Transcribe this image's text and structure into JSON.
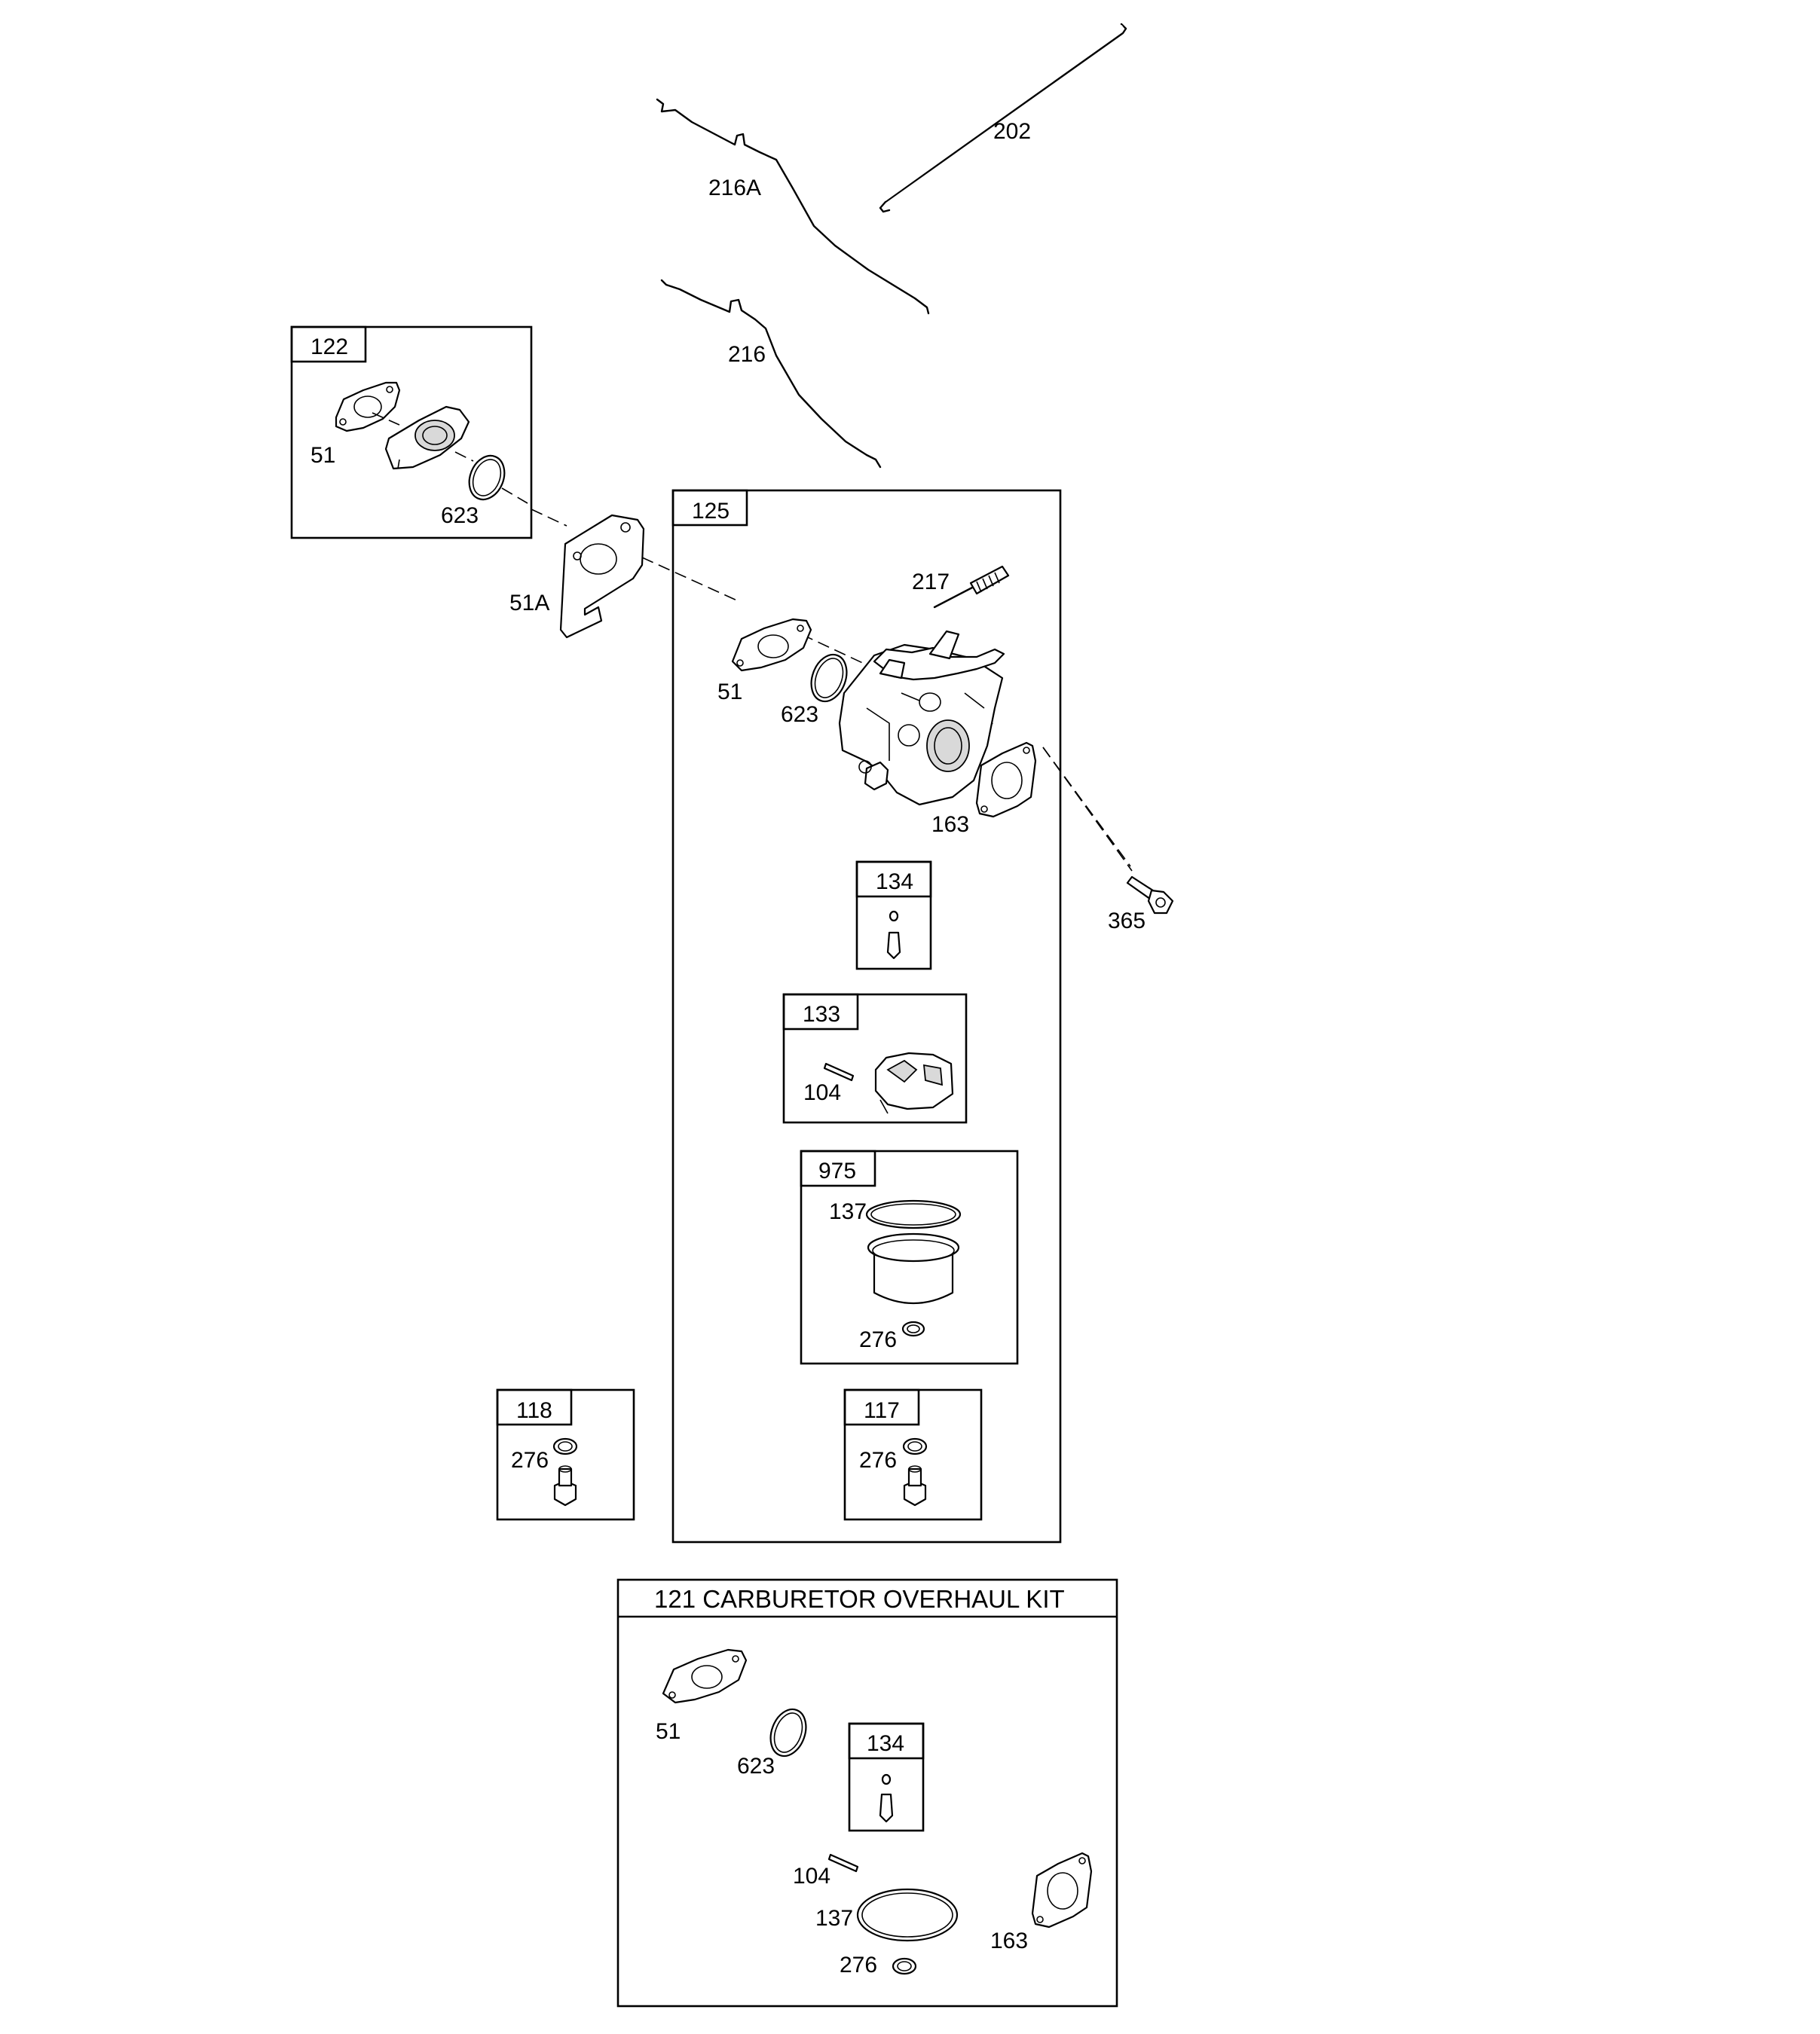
{
  "diagram": {
    "rods": {
      "governor_link": "202",
      "throttle_link_alt": "216A",
      "throttle_link": "216"
    },
    "kit_122": {
      "number": "122",
      "parts": {
        "gasket": "51",
        "seal_ring": "623"
      }
    },
    "spacer_gasket": "51A",
    "carburetor_125": {
      "number": "125",
      "parts": {
        "spring": "217",
        "gasket": "51",
        "o_ring": "623",
        "gasket_rear": "163"
      },
      "kit_134": {
        "number": "134"
      },
      "kit_133": {
        "number": "133",
        "parts": {
          "pin": "104"
        }
      },
      "kit_975": {
        "number": "975",
        "parts": {
          "float_bowl_ring": "137",
          "washer": "276"
        }
      },
      "kit_117": {
        "number": "117",
        "parts": {
          "washer": "276"
        }
      }
    },
    "screw": "365",
    "kit_118": {
      "number": "118",
      "parts": {
        "washer": "276"
      }
    },
    "kit_121": {
      "title": "121 CARBURETOR OVERHAUL KIT",
      "parts": {
        "gasket": "51",
        "o_ring": "623",
        "pin": "104",
        "ring": "137",
        "washer": "276",
        "gasket_rear": "163"
      },
      "kit_134": {
        "number": "134"
      }
    }
  }
}
